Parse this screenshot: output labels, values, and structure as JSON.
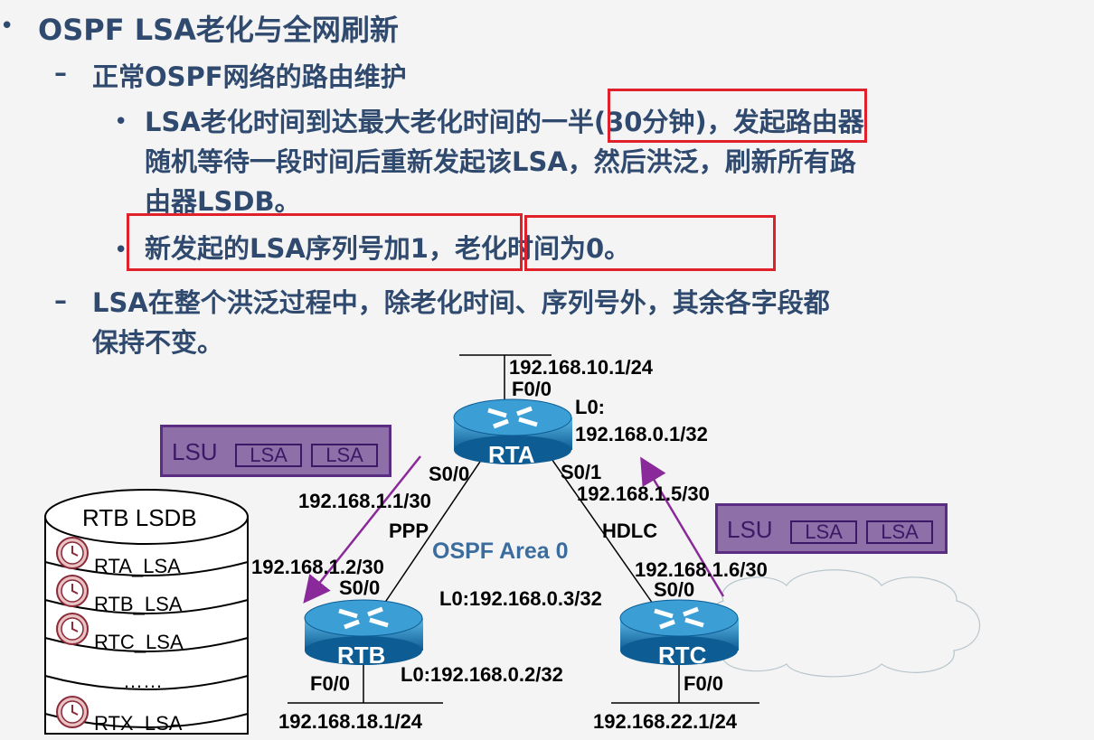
{
  "title": "OSPF LSA老化与全网刷新",
  "sub1": "正常OSPF网络的路由维护",
  "b1_part1": "LSA老化时间到达最大老化时间",
  "b1_part2": "的一半(30分钟)",
  "b1_part3": "，发起路由器",
  "b1_line2": "随机等待一段时间后重新发起该LSA，然后洪泛，刷新所有路",
  "b1_line3": "由器LSDB。",
  "b2_part1": "新发起的LSA序列号加1，",
  "b2_part2": "老化时间为0。",
  "sub2_line1": "LSA在整个洪泛过程中，除老化时间、序列号外，其余各字段都",
  "sub2_line2": "保持不变。",
  "diagram": {
    "rta": "RTA",
    "rtb": "RTB",
    "rtc": "RTC",
    "rta_net": "192.168.10.1/24",
    "rta_f00": "F0/0",
    "rta_l0_label": "L0:",
    "rta_l0_ip": "192.168.0.1/32",
    "rta_s00": "S0/0",
    "rta_s01": "S0/1",
    "rta_s00_ip": "192.168.1.1/30",
    "rta_s01_ip": "192.168.1.5/30",
    "ppp": "PPP",
    "hdlc": "HDLC",
    "area": "OSPF Area 0",
    "rtb_s00_ip": "192.168.1.2/30",
    "rtb_s00": "S0/0",
    "rtc_s00_ip": "192.168.1.6/30",
    "rtc_s00": "S0/0",
    "rtc_l0": "L0:192.168.0.3/32",
    "rtb_l0": "L0:192.168.0.2/32",
    "rtb_f00": "F0/0",
    "rtc_f00": "F0/0",
    "rtb_net": "192.168.18.1/24",
    "rtc_net": "192.168.22.1/24"
  },
  "lsu_left": {
    "label": "LSU",
    "lsa1": "LSA",
    "lsa2": "LSA"
  },
  "lsu_right": {
    "label": "LSU",
    "lsa1": "LSA",
    "lsa2": "LSA"
  },
  "lsdb": {
    "title": "RTB LSDB",
    "rows": [
      "RTA_LSA",
      "RTB_LSA",
      "RTC_LSA",
      "……",
      "RTX_LSA"
    ]
  },
  "colors": {
    "text": "#2f4a6e",
    "highlight": "#e0202a",
    "lsu_fill": "#8e6fa8",
    "arrow": "#8a2a9a",
    "router": "#1a6fa8"
  }
}
